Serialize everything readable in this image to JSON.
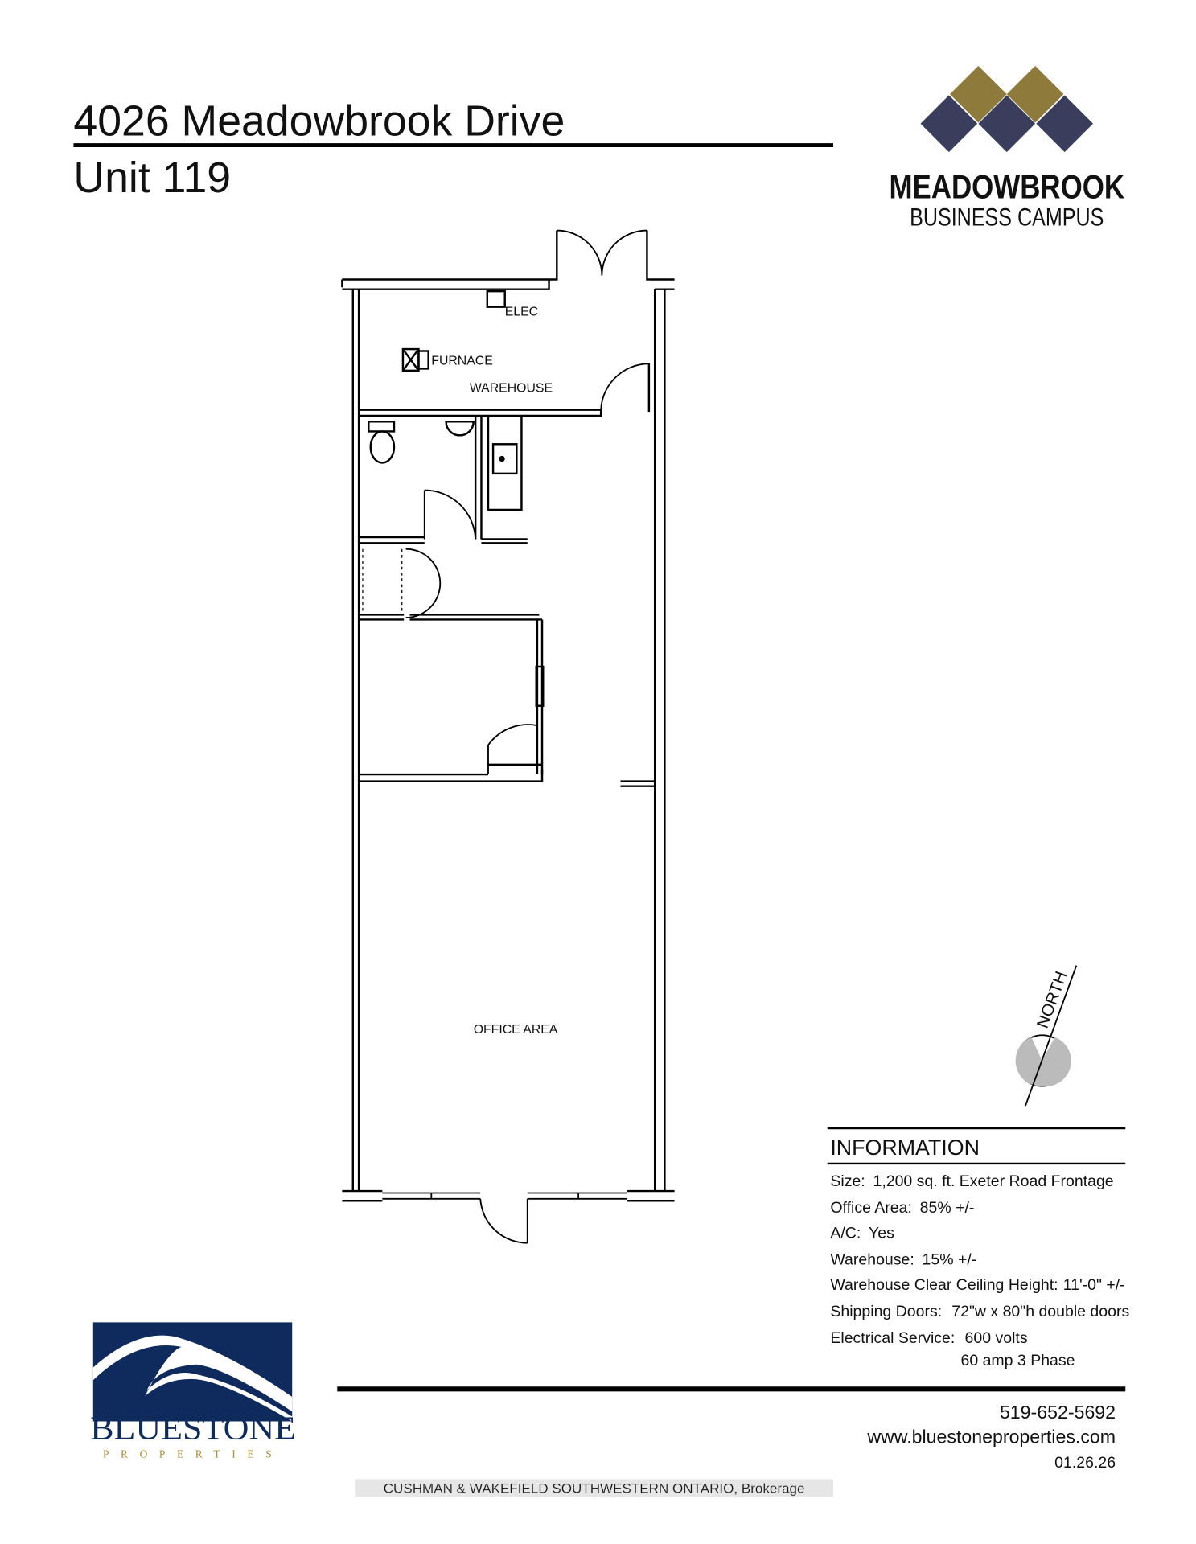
{
  "header": {
    "address": "4026 Meadowbrook Drive",
    "unit": "Unit 119"
  },
  "brand_logo": {
    "name": "MEADOWBROOK",
    "subtitle": "BUSINESS CAMPUS",
    "colors": {
      "gold": "#8e7a3a",
      "navy": "#3a3d5c"
    }
  },
  "floor_plan": {
    "labels": {
      "elec": "ELEC",
      "furnace": "FURNACE",
      "warehouse": "WAREHOUSE",
      "office_area": "OFFICE AREA"
    },
    "north_label": "NORTH"
  },
  "information": {
    "title": "INFORMATION",
    "rows": [
      {
        "label": "Size:",
        "value": "1,200 sq. ft. Exeter Road Frontage"
      },
      {
        "label": "Office Area:",
        "value": "85% +/-"
      },
      {
        "label": "A/C:",
        "value": "Yes"
      },
      {
        "label": "Warehouse:",
        "value": "15% +/-"
      },
      {
        "label": "Warehouse Clear Ceiling Height:",
        "value": "11'-0\" +/-"
      },
      {
        "label": "Shipping Doors:",
        "value": "72\"w x 80\"h double doors"
      },
      {
        "label": "Electrical Service:",
        "value": "600 volts"
      }
    ],
    "electrical_extra": "60 amp 3 Phase"
  },
  "footer": {
    "phone": "519-652-5692",
    "website": "www.bluestoneproperties.com",
    "date": "01.26.26",
    "watermark": "CUSHMAN & WAKEFIELD SOUTHWESTERN ONTARIO, Brokerage"
  },
  "bluestone_logo": {
    "name": "BLUESTONE",
    "subtitle": "PROPERTIES",
    "colors": {
      "navy": "#0f2a5c",
      "gold": "#a88a2a"
    }
  }
}
